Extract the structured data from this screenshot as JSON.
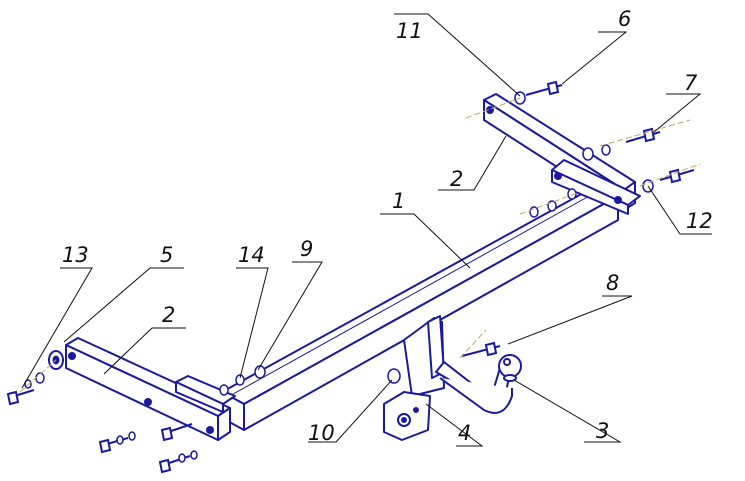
{
  "colors": {
    "part_stroke": "#1a1aa0",
    "part_fill": "#ffffff",
    "leader": "#111111",
    "hole": "#1a1aa0"
  },
  "callouts": {
    "c1": "1",
    "c2_right": "2",
    "c2_left": "2",
    "c3": "3",
    "c4": "4",
    "c5": "5",
    "c6": "6",
    "c7": "7",
    "c8": "8",
    "c9": "9",
    "c10": "10",
    "c11": "11",
    "c12": "12",
    "c13": "13",
    "c14": "14"
  }
}
